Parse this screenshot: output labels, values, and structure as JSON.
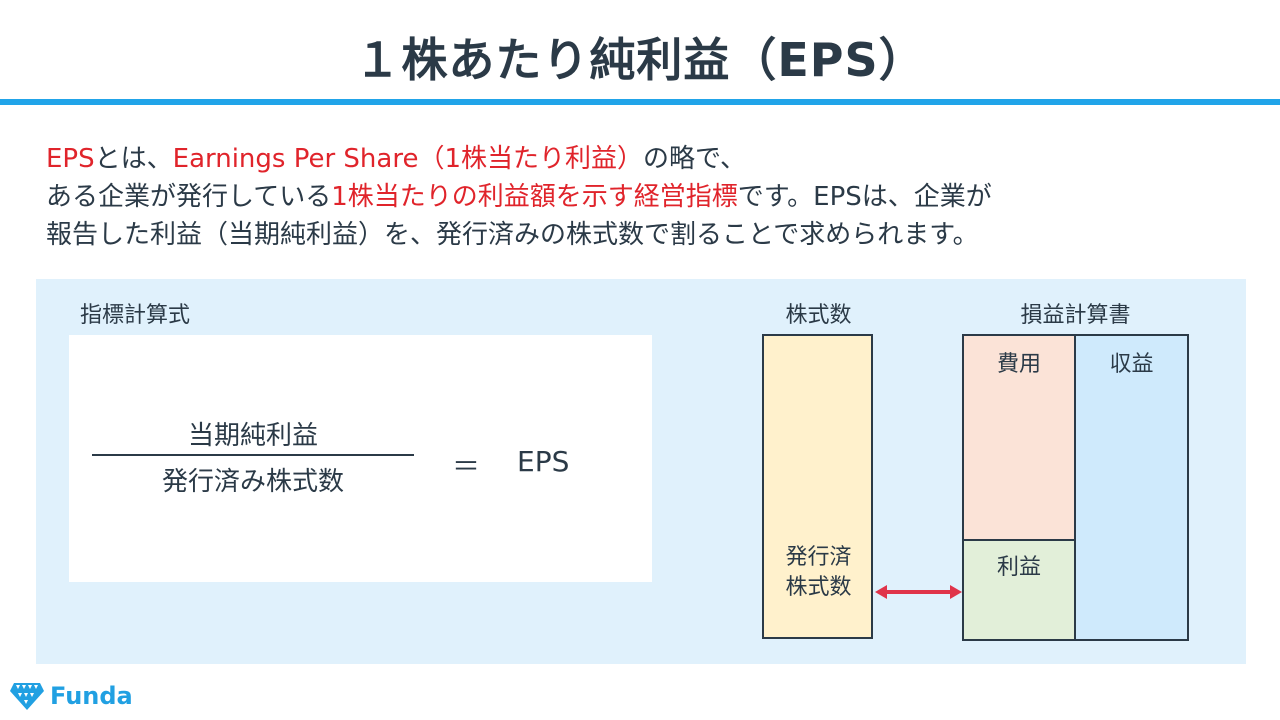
{
  "header": {
    "title": "１株あたり純利益（EPS）",
    "rule_color": "#21a4e9"
  },
  "description": {
    "line1": [
      {
        "text": "EPS",
        "color": "red"
      },
      {
        "text": "とは、",
        "color": "normal"
      },
      {
        "text": "Earnings Per Share（1株当たり利益）",
        "color": "red"
      },
      {
        "text": "の略で、",
        "color": "normal"
      }
    ],
    "line2": [
      {
        "text": "ある企業が発行している",
        "color": "normal"
      },
      {
        "text": "1株当たりの利益額を示す経営指標",
        "color": "red"
      },
      {
        "text": "です。EPSは、企業が",
        "color": "normal"
      }
    ],
    "line3": [
      {
        "text": "報告した利益（当期純利益）を、発行済みの株式数で割ることで求められます。",
        "color": "normal"
      }
    ],
    "accent_color": "#e0242b"
  },
  "formula": {
    "label": "指標計算式",
    "numerator": "当期純利益",
    "denominator": "発行済み株式数",
    "equals": "＝",
    "result": "EPS"
  },
  "shares": {
    "label": "株式数",
    "box_text_line1": "発行済",
    "box_text_line2": "株式数",
    "box_color": "#fff1cc"
  },
  "income_statement": {
    "label": "損益計算書",
    "expense": "費用",
    "profit": "利益",
    "revenue": "収益",
    "colors": {
      "expense": "#fbe3d7",
      "profit": "#e2efd9",
      "revenue": "#cfeafc"
    }
  },
  "arrow": {
    "color": "#e0344a",
    "meaning": "double-arrow"
  },
  "footer": {
    "logo_text": "Funda",
    "logo_color": "#21a0e2"
  }
}
